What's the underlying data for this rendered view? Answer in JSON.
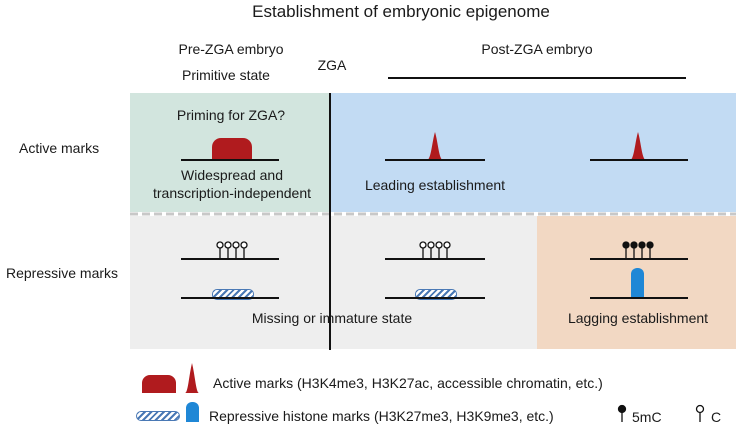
{
  "title": "Establishment of embryonic epigenome",
  "header": {
    "pre_zga": "Pre-ZGA embryo",
    "primitive": "Primitive state",
    "zga": "ZGA",
    "post_zga": "Post-ZGA embryo"
  },
  "rows": {
    "active": "Active marks",
    "repressive": "Repressive marks"
  },
  "panels": {
    "priming": "Priming for ZGA?",
    "widespread_1": "Widespread and",
    "widespread_2": "transcription-independent",
    "leading": "Leading establishment",
    "missing": "Missing or immature state",
    "lagging": "Lagging establishment"
  },
  "legend": {
    "active": "Active marks (H3K4me3, H3K27ac, accessible chromatin, etc.)",
    "repressive": "Repressive histone marks (H3K27me3, H3K9me3, etc.)",
    "methyl_5mc": "5mC",
    "unmethyl_c": "C"
  },
  "colors": {
    "active_mark": "#b01b1e",
    "repressive_mark": "#1f87d6",
    "pre_zga_active_bg": "#d2e5de",
    "post_zga_active_bg": "#c2dbf3",
    "repressive_bg": "#eeeeee",
    "lagging_bg": "#f2d8c3"
  }
}
